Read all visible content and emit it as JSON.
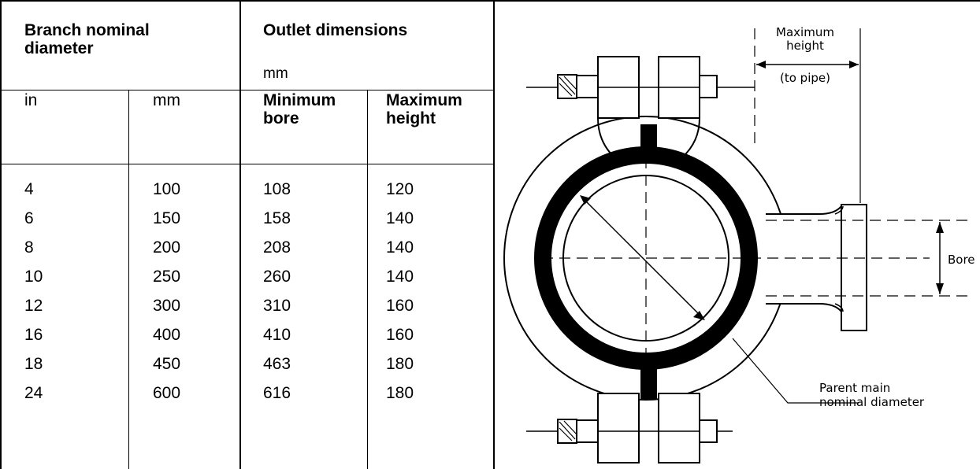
{
  "table": {
    "header": {
      "branch_title_line1": "Branch nominal",
      "branch_title_line2": "diameter",
      "outlet_title": "Outlet dimensions",
      "outlet_unit": "mm",
      "col_in": "in",
      "col_mm": "mm",
      "col_min_bore_line1": "Minimum",
      "col_min_bore_line2": "bore",
      "col_max_height_line1": "Maximum",
      "col_max_height_line2": "height"
    },
    "rows": [
      {
        "in": "4",
        "mm": "100",
        "min_bore": "108",
        "max_height": "120"
      },
      {
        "in": "6",
        "mm": "150",
        "min_bore": "158",
        "max_height": "140"
      },
      {
        "in": "8",
        "mm": "200",
        "min_bore": "208",
        "max_height": "140"
      },
      {
        "in": "10",
        "mm": "250",
        "min_bore": "260",
        "max_height": "140"
      },
      {
        "in": "12",
        "mm": "300",
        "min_bore": "310",
        "max_height": "160"
      },
      {
        "in": "16",
        "mm": "400",
        "min_bore": "410",
        "max_height": "160"
      },
      {
        "in": "18",
        "mm": "450",
        "min_bore": "463",
        "max_height": "180"
      },
      {
        "in": "24",
        "mm": "600",
        "min_bore": "616",
        "max_height": "180"
      }
    ]
  },
  "diagram": {
    "label_max_height_1": "Maximum",
    "label_max_height_2": "height",
    "label_max_height_3": "(to pipe)",
    "label_bore": "Bore",
    "label_parent_1": "Parent main",
    "label_parent_2": "nominal diameter"
  }
}
